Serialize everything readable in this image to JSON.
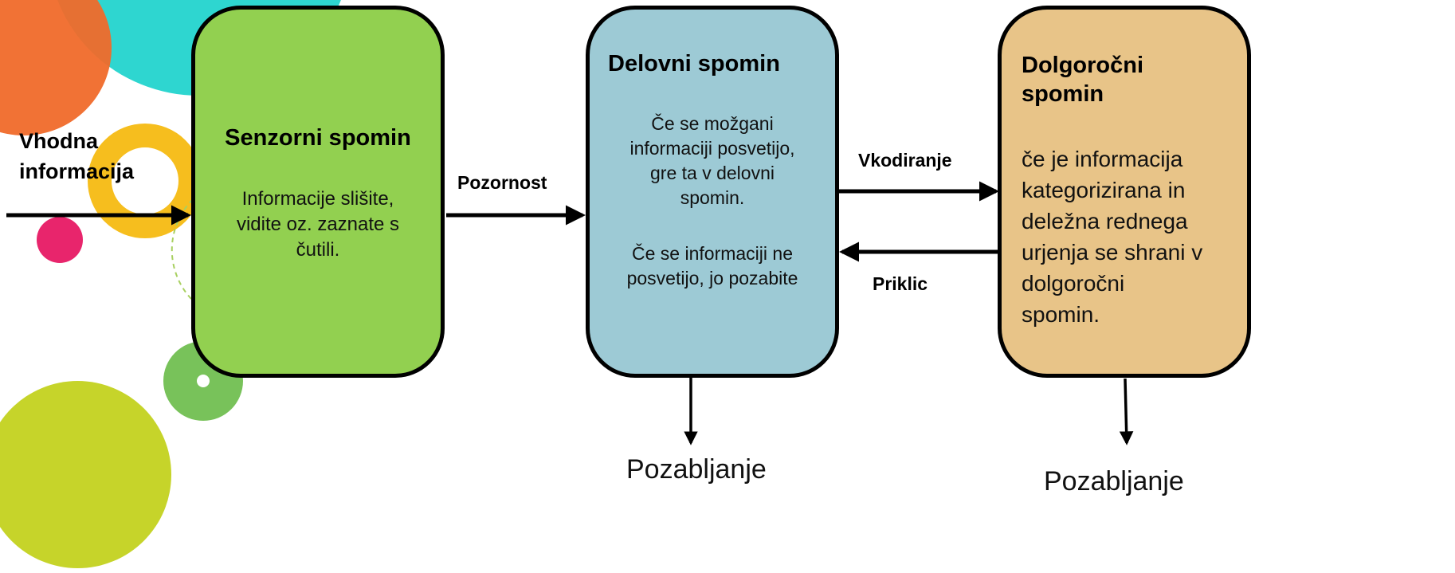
{
  "colors": {
    "sensory": "#92D050",
    "working": "#9DCAD5",
    "long_term": "#E8C488",
    "deco_orange": "#F06A2A",
    "deco_teal": "#2ED6D0",
    "deco_yellow": "#F6BE1E",
    "deco_pink": "#E8256C",
    "deco_green": "#78C25A",
    "deco_lime": "#C6D42A"
  },
  "input": {
    "label_line1": "Vhodna",
    "label_line2": "informacija"
  },
  "sensory_memory": {
    "title": "Senzorni spomin",
    "text": "Informacije slišite,\nvidite oz. zaznate s\nčutili."
  },
  "attention": {
    "label": "Pozornost"
  },
  "working_memory": {
    "title": "Delovni spomin",
    "text_1": "Če se možgani\ninformaciji posvetijo,\ngre ta v delovni\nspomin.",
    "text_2": "Če se informaciji ne\nposvetijo, jo pozabite"
  },
  "encoding": {
    "label": "Vkodiranje"
  },
  "retrieval": {
    "label": "Priklic"
  },
  "long_term_memory": {
    "title_line1": "Dolgoročni",
    "title_line2": "spomin",
    "text": "če je informacija\nkategorizirana in\ndeležna rednega\nurjenja se shrani v\ndolgoročni\nspomin."
  },
  "forgetting": {
    "working_label": "Pozabljanje",
    "long_term_label": "Pozabljanje"
  }
}
